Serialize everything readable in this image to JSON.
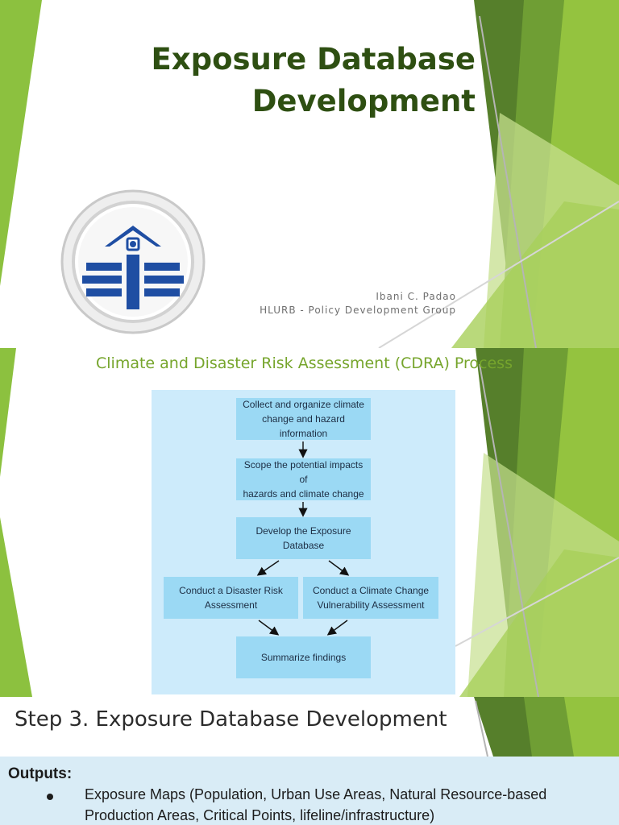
{
  "slide1": {
    "title_line1": "Exposure Database",
    "title_line2": "Development",
    "author": "Ibani C. Padao",
    "affiliation": "HLURB - Policy Development Group",
    "logo_icon": "hlurb-logo-icon"
  },
  "slide2": {
    "title": "Climate and Disaster Risk Assessment (CDRA) Process",
    "flow": {
      "step1": {
        "line1": "Collect and organize climate",
        "line2": "change and hazard information"
      },
      "step2": {
        "line1": "Scope the potential impacts of",
        "line2": "hazards and climate change"
      },
      "step3": "Develop the Exposure Database",
      "step4a": {
        "line1": "Conduct a Disaster Risk",
        "line2": "Assessment"
      },
      "step4b": {
        "line1": "Conduct a Climate Change",
        "line2": "Vulnerability Assessment"
      },
      "step5": "Summarize findings"
    }
  },
  "slide3": {
    "title": "Step 3. Exposure Database Development",
    "outputs_heading": "Outputs:",
    "outputs_item1": "Exposure Maps (Population, Urban Use Areas, Natural Resource-based Production Areas, Critical Points, lifeline/infrastructure)"
  },
  "colors": {
    "title_green": "#2e4f12",
    "accent_green": "#76a52c",
    "deco_green_dark": "#5f8f2a",
    "deco_green_light": "#9dc84a",
    "flow_panel": "#cdebfb",
    "flow_box": "#9bd9f4",
    "logo_blue": "#1f4ea3"
  }
}
